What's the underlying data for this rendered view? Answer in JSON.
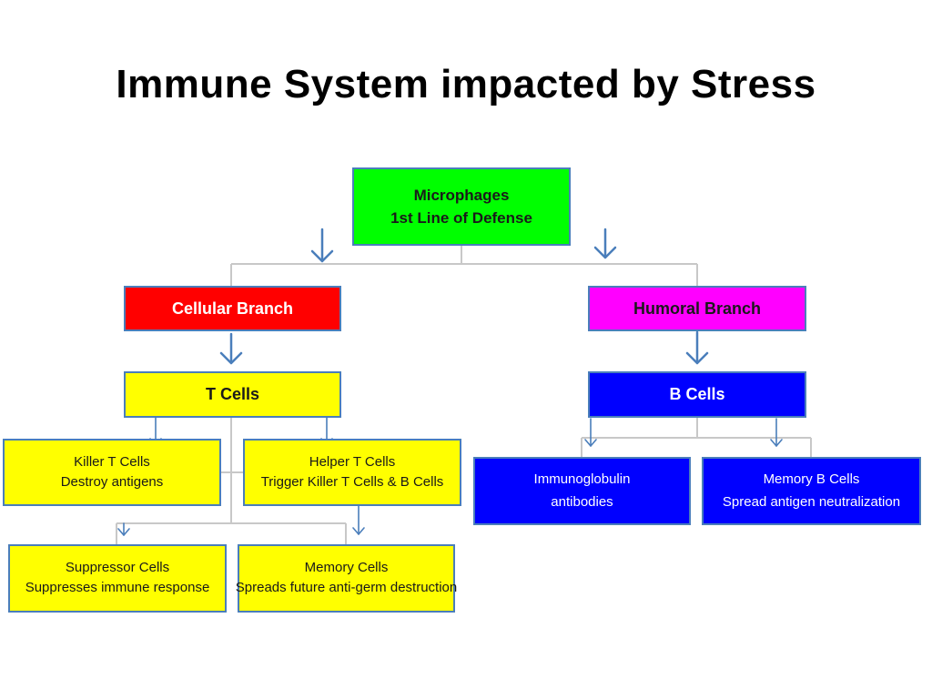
{
  "title": "Immune System impacted by Stress",
  "nodes": {
    "microphages": {
      "line1": "Microphages",
      "line2": "1st Line of Defense",
      "color": "#00ff00"
    },
    "cellular_branch": {
      "label": "Cellular Branch",
      "color": "#ff0000"
    },
    "humoral_branch": {
      "label": "Humoral Branch",
      "color": "#ff00ff"
    },
    "t_cells": {
      "label": "T Cells",
      "color": "#ffff00"
    },
    "b_cells": {
      "label": "B Cells",
      "color": "#0000ff"
    },
    "killer_t_cells": {
      "line1": "Killer T Cells",
      "line2": "Destroy antigens",
      "color": "#ffff00"
    },
    "helper_t_cells": {
      "line1": "Helper T Cells",
      "line2": "Trigger Killer T Cells & B Cells",
      "color": "#ffff00"
    },
    "suppressor_cells": {
      "line1": "Suppressor Cells",
      "line2": "Suppresses immune response",
      "color": "#ffff00"
    },
    "memory_cells": {
      "line1": "Memory Cells",
      "line2": "Spreads future anti-germ destruction",
      "color": "#ffff00"
    },
    "immunoglobulin": {
      "line1": "Immunoglobulin",
      "line2": "antibodies",
      "color": "#0000ff"
    },
    "memory_b_cells": {
      "line1": "Memory B Cells",
      "line2": "Spread antigen neutralization",
      "color": "#0000ff"
    }
  },
  "colors": {
    "connector": "#c8c8c8",
    "arrow": "#4a7ebb",
    "box_border": "#4a7ebb"
  }
}
